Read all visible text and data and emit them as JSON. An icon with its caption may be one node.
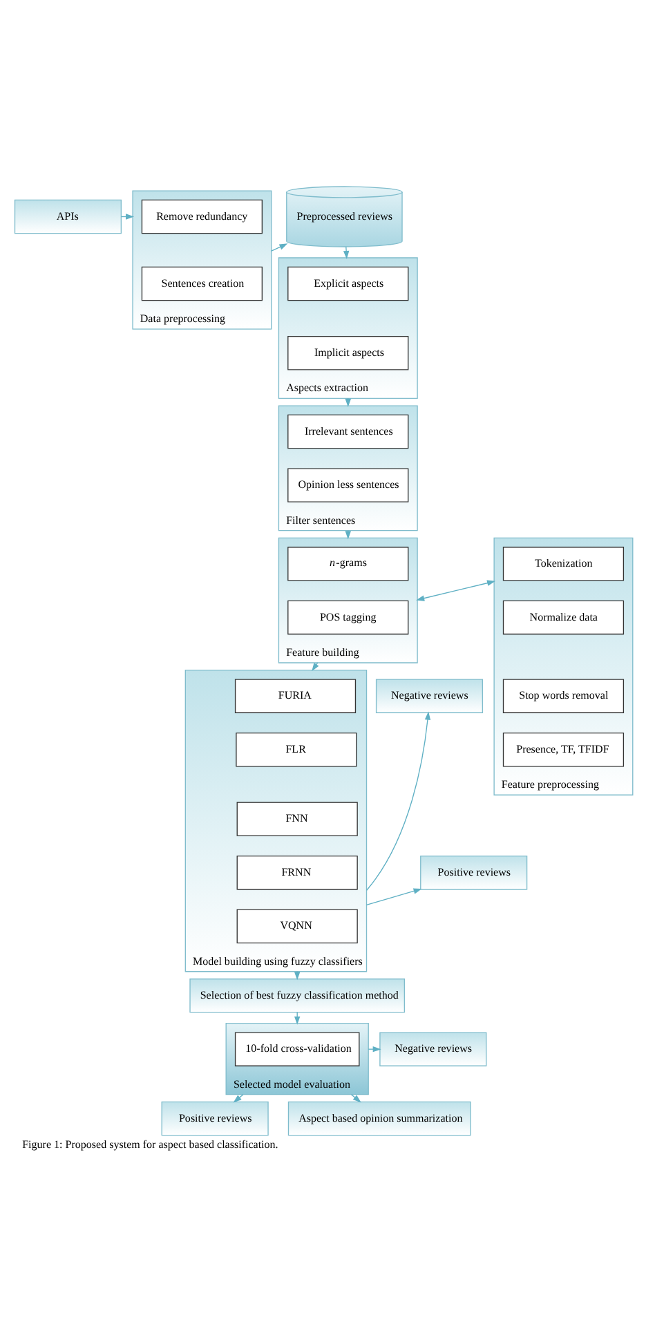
{
  "diagram": {
    "caption": "Figure 1: Proposed system for aspect based classification.",
    "nodes": [
      {
        "text": [
          "APIs"
        ]
      },
      {
        "text": [
          "Data preprocessing"
        ]
      },
      {
        "text": [
          "Remove redundancy"
        ],
        "in": 1
      },
      {
        "text": [
          "Sentences creation"
        ],
        "in": 1
      },
      {
        "text": [
          "Preprocessed reviews"
        ]
      },
      {
        "text": [
          "Aspects extraction"
        ]
      },
      {
        "text": [
          "Explicit aspects"
        ],
        "in": 5
      },
      {
        "text": [
          "Implicit aspects"
        ],
        "in": 5
      },
      {
        "text": [
          "Filter sentences"
        ]
      },
      {
        "text": [
          "Irrelevant sentences"
        ],
        "in": 8
      },
      {
        "text": [
          "Opinion less sentences"
        ],
        "in": 8
      },
      {
        "text": [
          "Feature building"
        ]
      },
      {
        "text": [
          "*n*-grams"
        ],
        "in": 11
      },
      {
        "text": [
          "POS tagging"
        ],
        "in": 11
      },
      {
        "text": [
          "Feature preprocessing"
        ]
      },
      {
        "text": [
          "Tokenization"
        ],
        "in": 14
      },
      {
        "text": [
          "Normalize data"
        ],
        "in": 14
      },
      {
        "text": [
          "Stop words removal"
        ],
        "in": 14
      },
      {
        "text": [
          "Presence, TF, TFIDF"
        ],
        "in": 14
      },
      {
        "text": [
          "Model building using fuzzy classifiers"
        ]
      },
      {
        "text": [
          "FURIA"
        ],
        "in": 19
      },
      {
        "text": [
          "FLR"
        ],
        "in": 19
      },
      {
        "text": [
          "FNN"
        ],
        "in": 19
      },
      {
        "text": [
          "FRNN"
        ],
        "in": 19
      },
      {
        "text": [
          "VQNN"
        ],
        "in": 19
      },
      {
        "text": [
          "Negative reviews"
        ]
      },
      {
        "text": [
          "Positive reviews"
        ]
      },
      {
        "text": [
          "Selection of best fuzzy classification method"
        ]
      },
      {
        "text": [
          "Selected model evaluation"
        ]
      },
      {
        "text": [
          "10-fold cross-validation"
        ],
        "in": 28
      },
      {
        "text": [
          "Negative reviews"
        ]
      },
      {
        "text": [
          "Positive reviews"
        ]
      },
      {
        "text": [
          "Aspect based opinion summarization"
        ]
      }
    ],
    "edges": [
      {
        "from": 0,
        "to": 1,
        "arrow": "to"
      },
      {
        "from": 1,
        "to": 4,
        "arrow": "to"
      },
      {
        "from": 4,
        "to": 5,
        "arrow": "to"
      },
      {
        "from": 5,
        "to": 8,
        "arrow": "to"
      },
      {
        "from": 8,
        "to": 11,
        "arrow": "to"
      },
      {
        "from": 11,
        "to": 14,
        "arrow": "both"
      },
      {
        "from": 11,
        "to": 19,
        "arrow": "to"
      },
      {
        "from": 19,
        "to": 25,
        "arrow": "to"
      },
      {
        "from": 19,
        "to": 26,
        "arrow": "to"
      },
      {
        "from": 19,
        "to": 27,
        "arrow": "to"
      },
      {
        "from": 27,
        "to": 28,
        "arrow": "to"
      },
      {
        "from": 28,
        "to": 30,
        "arrow": "to"
      },
      {
        "from": 28,
        "to": 31,
        "arrow": "to"
      },
      {
        "from": 28,
        "to": 32,
        "arrow": "to"
      }
    ]
  }
}
